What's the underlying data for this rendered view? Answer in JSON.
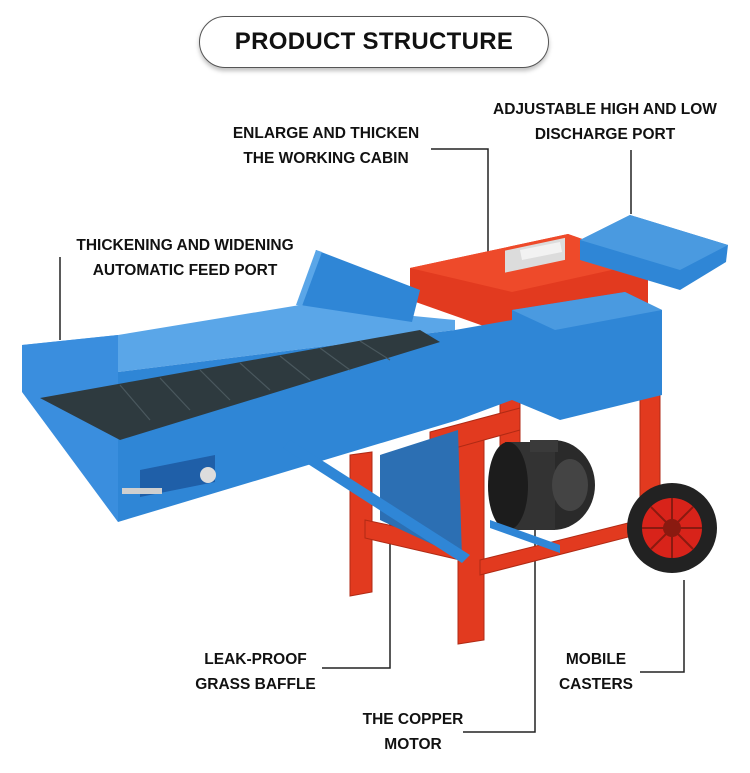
{
  "title": "PRODUCT STRUCTURE",
  "callouts": {
    "discharge_port": [
      "ADJUSTABLE HIGH AND LOW",
      "DISCHARGE PORT"
    ],
    "working_cabin": [
      "ENLARGE AND THICKEN",
      "THE WORKING CABIN"
    ],
    "feed_port": [
      "THICKENING AND WIDENING",
      "AUTOMATIC FEED PORT"
    ],
    "grass_baffle": [
      "LEAK-PROOF",
      "GRASS BAFFLE"
    ],
    "copper_motor": [
      "THE COPPER",
      "MOTOR"
    ],
    "mobile_casters": [
      "MOBILE",
      "CASTERS"
    ]
  },
  "colors": {
    "machine_blue": "#2f86d6",
    "machine_blue_dark": "#1f5fa8",
    "frame_red": "#e23a1f",
    "motor_black": "#2a2a2a"
  }
}
